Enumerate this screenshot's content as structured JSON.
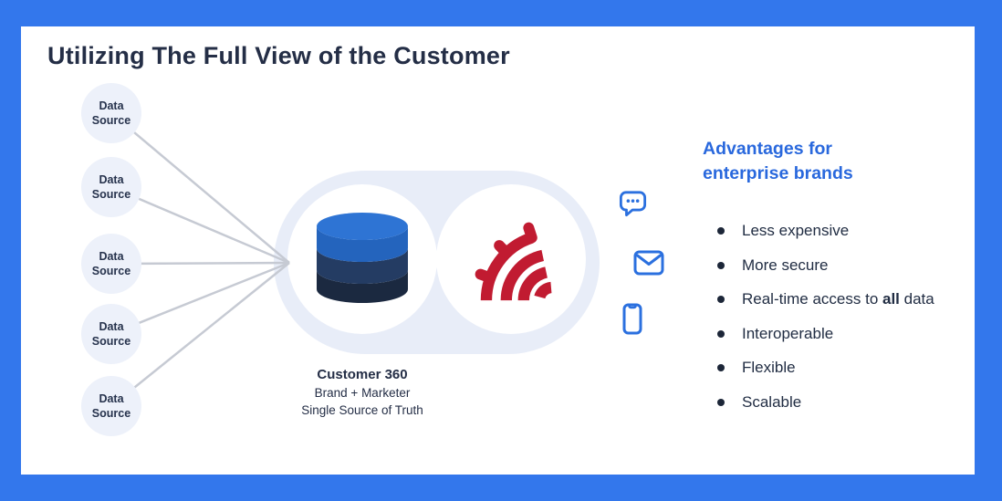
{
  "title": "Utilizing The Full View of the Customer",
  "data_sources": [
    {
      "line1": "Data",
      "line2": "Source"
    },
    {
      "line1": "Data",
      "line2": "Source"
    },
    {
      "line1": "Data",
      "line2": "Source"
    },
    {
      "line1": "Data",
      "line2": "Source"
    },
    {
      "line1": "Data",
      "line2": "Source"
    }
  ],
  "hub": {
    "caption_title": "Customer 360",
    "caption_subtitle1": "Brand + Marketer",
    "caption_subtitle2": "Single Source of Truth",
    "left_icon": "database-icon",
    "right_icon": "gear-signal-icon"
  },
  "channels": [
    {
      "icon": "chat-bubble-icon"
    },
    {
      "icon": "email-envelope-icon"
    },
    {
      "icon": "mobile-phone-icon"
    }
  ],
  "advantages": {
    "heading_line1": "Advantages for",
    "heading_line2": "enterprise brands",
    "items": [
      {
        "text": "Less expensive"
      },
      {
        "text": "More secure"
      },
      {
        "pre": "Real-time access to ",
        "bold": "all",
        "post": " data"
      },
      {
        "text": "Interoperable"
      },
      {
        "text": "Flexible"
      },
      {
        "text": "Scalable"
      }
    ]
  },
  "colors": {
    "frame_blue": "#3377ec",
    "card_bg": "#ffffff",
    "title_text": "#242e46",
    "pill_bg": "#e8edf8",
    "source_circle_bg": "#edf1fa",
    "source_text": "#26324c",
    "connector_gray": "#c6cad3",
    "db_top_face": "#2e74d4",
    "db_top": "#2464bd",
    "db_mid": "#243c63",
    "db_bottom": "#1b2940",
    "logo_red": "#c11b31",
    "channel_icon_blue": "#2b70df",
    "heading_blue": "#2968dd",
    "body_text": "#212d43",
    "bullet_dot": "#1c2638"
  }
}
